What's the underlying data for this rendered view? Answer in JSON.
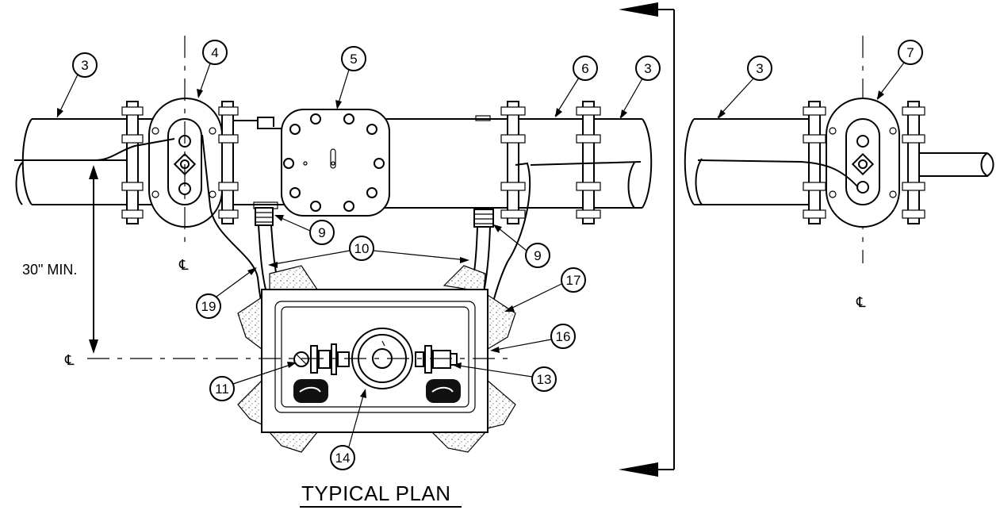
{
  "title": "TYPICAL PLAN",
  "dimension_label": "30\" MIN.",
  "centerline_symbols": {
    "cl": "℄",
    "pl": "℄"
  },
  "callouts": {
    "c3a": "3",
    "c4": "4",
    "c5": "5",
    "c6": "6",
    "c3b": "3",
    "c3c": "3",
    "c7": "7",
    "c9a": "9",
    "c9b": "9",
    "c10": "10",
    "c17": "17",
    "c19": "19",
    "c16": "16",
    "c11": "11",
    "c13": "13",
    "c14": "14"
  },
  "colors": {
    "line": "#000000",
    "background": "#ffffff",
    "gravel": "#d8d8d8"
  }
}
